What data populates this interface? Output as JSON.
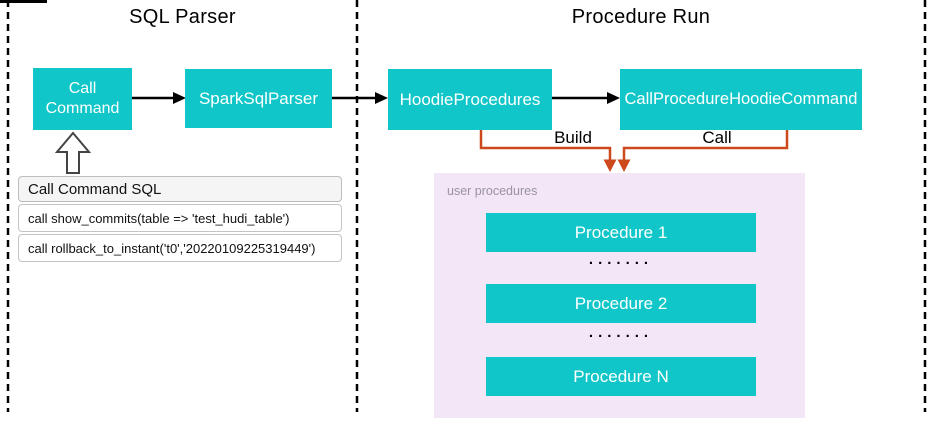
{
  "sections": {
    "sql_parser": {
      "title": "SQL Parser"
    },
    "procedure_run": {
      "title": "Procedure Run"
    }
  },
  "nodes": {
    "call_command": "Call Command",
    "spark_sql_parser": "SparkSqlParser",
    "hoodie_procedures": "HoodieProcedures",
    "call_procedure_hoodie_command": "CallProcedureHoodieCommand"
  },
  "edges": {
    "build_label": "Build",
    "call_label": "Call"
  },
  "sql_table": {
    "header": "Call Command SQL",
    "rows": [
      "call show_commits(table => 'test_hudi_table')",
      "call rollback_to_instant('t0','20220109225319449')"
    ]
  },
  "user_procedures": {
    "label": "user procedures",
    "items": [
      "Procedure 1",
      "Procedure 2",
      "Procedure N"
    ],
    "ellipsis": "......."
  },
  "colors": {
    "node_teal": "#10C6C8",
    "region_purple": "#F2E6F7",
    "arrow_orange": "#CE481E",
    "arrow_black": "#000000",
    "table_header_bg": "#F5F5F5"
  }
}
